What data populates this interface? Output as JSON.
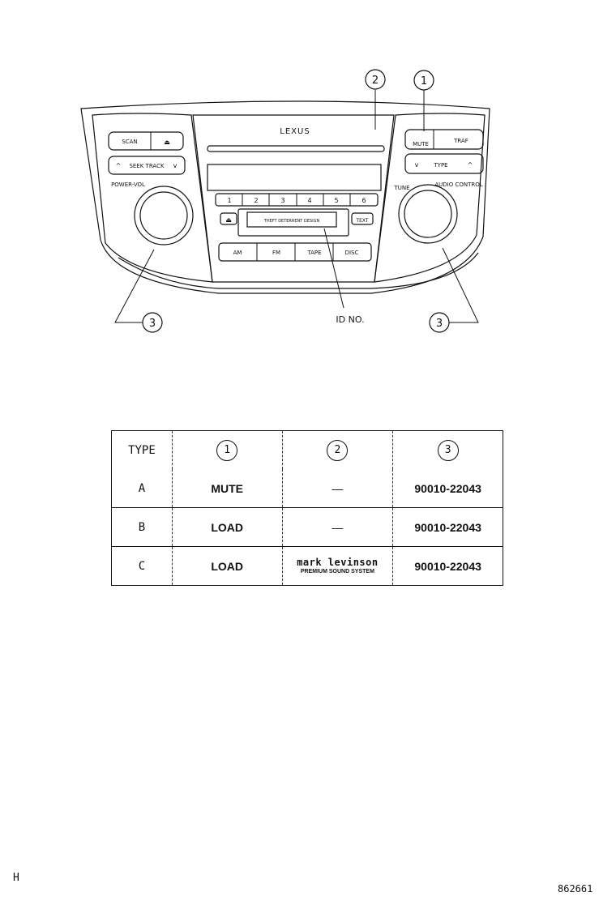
{
  "diagram": {
    "brand": "LEXUS",
    "buttons": {
      "scan": "SCAN",
      "seek_track": "SEEK TRACK",
      "power_vol": "POWER-VOL",
      "mute": "MUTE",
      "traf": "TRAF",
      "type": "TYPE",
      "tune": "TUNE",
      "audio_control": "AUDIO CONTROL",
      "text": "TEXT",
      "presets": [
        "1",
        "2",
        "3",
        "4",
        "5",
        "6"
      ],
      "modes": [
        "AM",
        "FM",
        "TAPE",
        "DISC"
      ]
    },
    "label_text": "THEFT DETERRENT DESIGN",
    "id_label": "ID NO.",
    "callouts": [
      "1",
      "2",
      "3",
      "3"
    ]
  },
  "table": {
    "headers": [
      "TYPE",
      "1",
      "2",
      "3"
    ],
    "rows": [
      {
        "type": "A",
        "col1": "MUTE",
        "col2": "—",
        "col3": "90010-22043"
      },
      {
        "type": "B",
        "col1": "LOAD",
        "col2": "—",
        "col3": "90010-22043"
      },
      {
        "type": "C",
        "col1": "LOAD",
        "col2_logo": "mark levinson",
        "col2_sub": "PREMIUM SOUND SYSTEM",
        "col3": "90010-22043"
      }
    ]
  },
  "corner_left": "H",
  "corner_right": "862661"
}
